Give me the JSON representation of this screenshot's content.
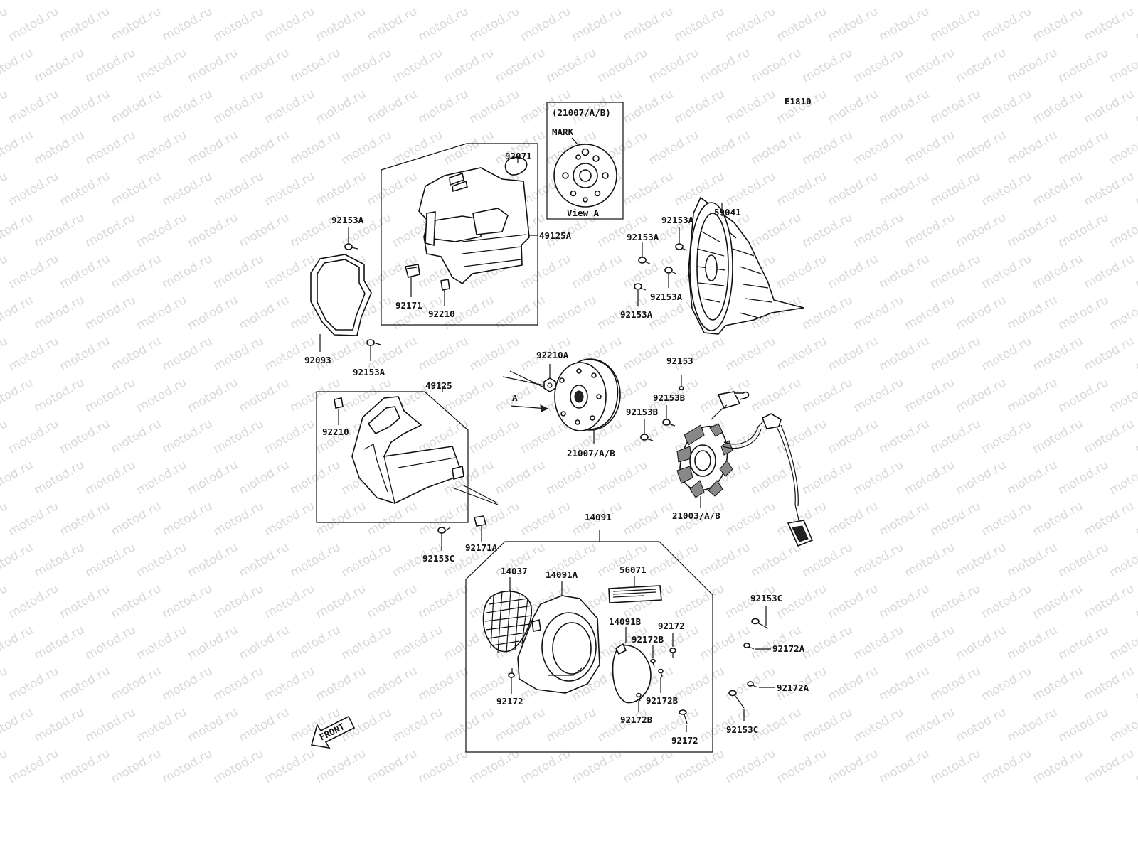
{
  "diagram": {
    "code": "E1810",
    "view_a": {
      "ref": "(21007/A/B)",
      "mark": "MARK",
      "caption": "View A"
    },
    "arrow_label": "A",
    "front": "FRONT",
    "watermark": "motod.ru",
    "labels": {
      "p92071": "92071",
      "p49125A": "49125A",
      "p92153A_1": "92153A",
      "p92171": "92171",
      "p92210_1": "92210",
      "p92093": "92093",
      "p92153A_2": "92153A",
      "p59041": "59041",
      "p92153A_3": "92153A",
      "p92153A_4": "92153A",
      "p92153A_5": "92153A",
      "p92153A_6": "92153A",
      "p92210A": "92210A",
      "p21007": "21007/A/B",
      "p92153": "92153",
      "p92153B_1": "92153B",
      "p92153B_2": "92153B",
      "p21003": "21003/A/B",
      "p49125": "49125",
      "p92210_2": "92210",
      "p92153C_1": "92153C",
      "p92171A": "92171A",
      "p14091": "14091",
      "p14037": "14037",
      "p14091A": "14091A",
      "p56071": "56071",
      "p14091B": "14091B",
      "p92172_1": "92172",
      "p92172B_1": "92172B",
      "p92172_2": "92172",
      "p92172B_2": "92172B",
      "p92172B_3": "92172B",
      "p92172_3": "92172",
      "p92153C_2": "92153C",
      "p92172A_1": "92172A",
      "p92172A_2": "92172A",
      "p92153C_3": "92153C"
    }
  }
}
